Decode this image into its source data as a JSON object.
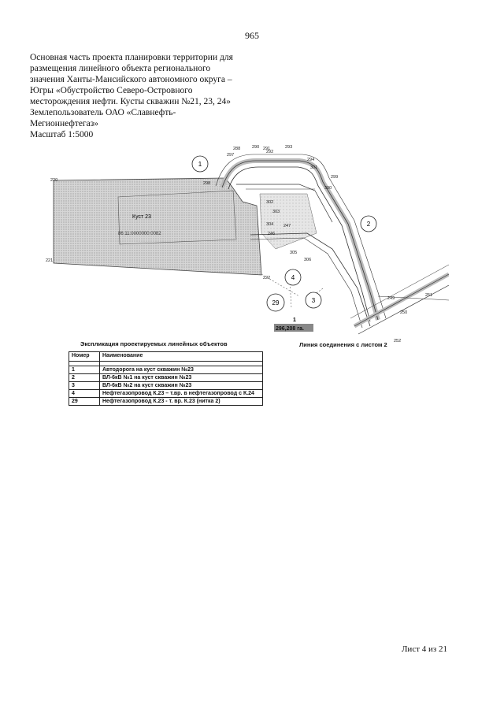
{
  "page_number": "965",
  "header": {
    "lines": [
      "Основная часть проекта планировки территории для",
      "размещения линейного объекта регионального",
      "значения Ханты-Мансийского автономного округа –",
      "Югры «Обустройство Северо-Островного",
      "месторождения нефти. Кусты скважин №21, 23, 24»",
      "Землепользователь ОАО «Славнефть-",
      "Мегионнефтегаз»",
      "Масштаб 1:5000"
    ]
  },
  "plan": {
    "site_label": "Куст 23",
    "cadastral": "86:11:0000000:0082",
    "area_label": "1",
    "area_value": "296,208 га.",
    "object_markers": [
      "1",
      "2",
      "3",
      "4",
      "29"
    ],
    "point_labels": [
      "288",
      "290",
      "291",
      "292",
      "293",
      "294",
      "297",
      "298",
      "299",
      "300",
      "301",
      "302",
      "303",
      "304",
      "305",
      "306",
      "220",
      "221",
      "222",
      "246",
      "247",
      "249",
      "250",
      "251",
      "252"
    ]
  },
  "legend": {
    "title": "Экспликация проектируемых линейных объектов",
    "link_caption": "Линия соединения с листом 2",
    "columns": [
      "Номер",
      "Наименование"
    ],
    "rows": [
      {
        "num": "1",
        "name": "Автодорога на куст скважин №23"
      },
      {
        "num": "2",
        "name": "ВЛ-6кВ №1 на куст скважин №23"
      },
      {
        "num": "3",
        "name": "ВЛ-6кВ №2 на куст скважин №23"
      },
      {
        "num": "4",
        "name": "Нефтегазопровод К.23 – т.вр. в нефтегазопровод с К.24"
      },
      {
        "num": "29",
        "name": "Нефтегазопровод К.23 - т. вр. К.23 (нитка 2)"
      }
    ]
  },
  "footer": "Лист 4 из 21"
}
